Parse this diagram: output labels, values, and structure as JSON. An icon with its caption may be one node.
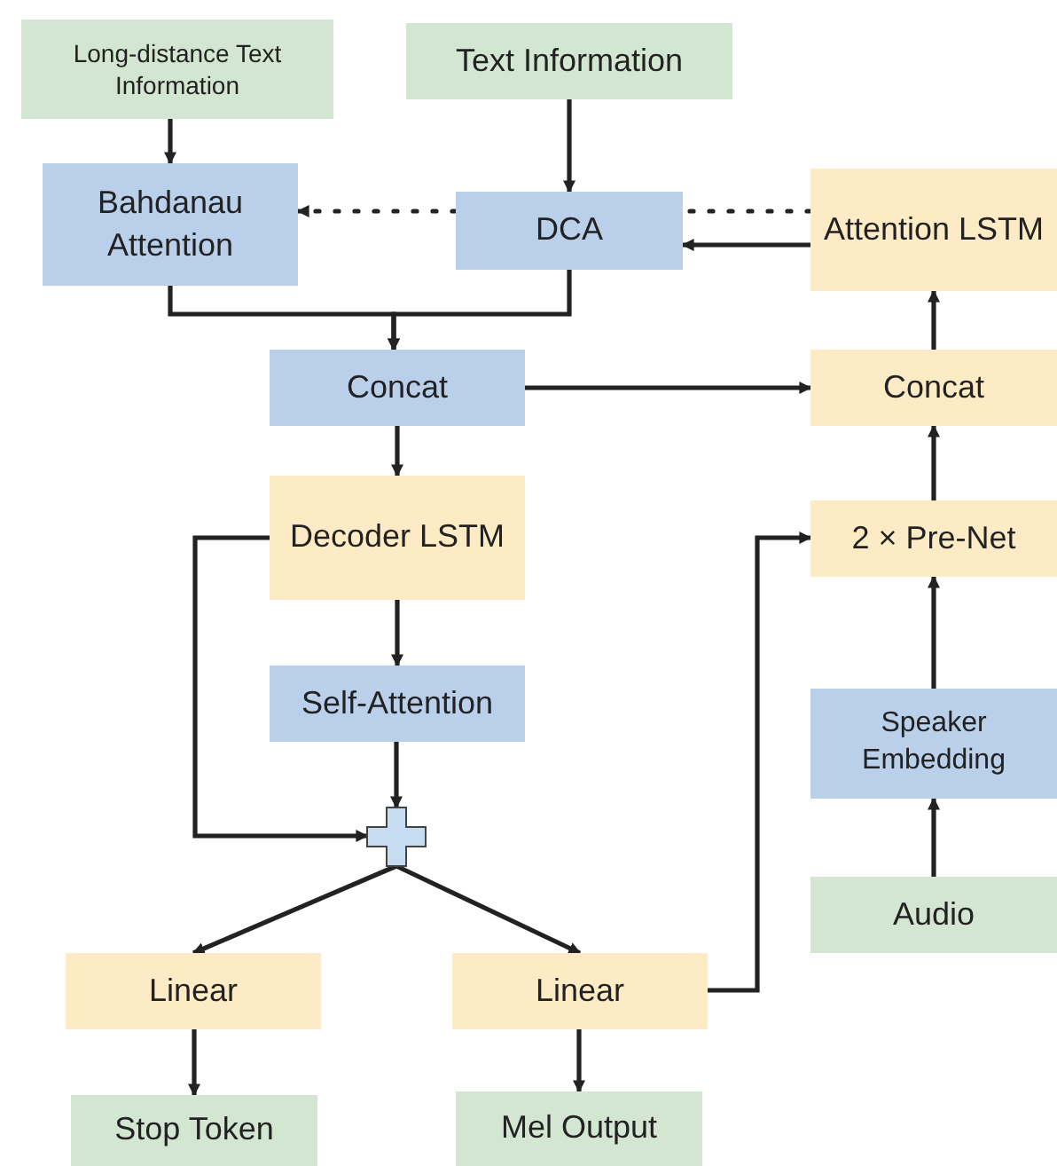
{
  "diagram": {
    "nodes": [
      {
        "text": [
          "Long-distance Text Information"
        ]
      },
      {
        "text": [
          "Text Information"
        ]
      },
      {
        "text": [
          "Bahdanau Attention"
        ]
      },
      {
        "text": [
          "DCA"
        ]
      },
      {
        "text": [
          "Attention LSTM"
        ]
      },
      {
        "text": [
          "Concat"
        ]
      },
      {
        "text": [
          "Concat"
        ]
      },
      {
        "text": [
          "Decoder LSTM"
        ]
      },
      {
        "text": [
          "2 × Pre-Net"
        ]
      },
      {
        "text": [
          "Self-Attention"
        ]
      },
      {
        "text": [
          "Speaker Embedding"
        ]
      },
      {
        "text": [],
        "shape": "plus"
      },
      {
        "text": [
          "Audio"
        ]
      },
      {
        "text": [
          "Linear"
        ]
      },
      {
        "text": [
          "Linear"
        ]
      },
      {
        "text": [
          "Stop Token"
        ]
      },
      {
        "text": [
          "Mel Output"
        ]
      }
    ],
    "edges": [
      {
        "from": 0,
        "to": 2,
        "arrow": "to"
      },
      {
        "from": 1,
        "to": 3,
        "arrow": "to"
      },
      {
        "from": 3,
        "to": 2,
        "arrow": "to",
        "style": "dashed"
      },
      {
        "from": 4,
        "to": 3,
        "arrow": "none",
        "style": "dashed"
      },
      {
        "from": 4,
        "to": 3,
        "arrow": "to"
      },
      {
        "from": 2,
        "to": 5,
        "arrow": "to"
      },
      {
        "from": 3,
        "to": 5,
        "arrow": "to"
      },
      {
        "from": 5,
        "to": 6,
        "arrow": "to"
      },
      {
        "from": 6,
        "to": 4,
        "arrow": "to"
      },
      {
        "from": 5,
        "to": 7,
        "arrow": "to"
      },
      {
        "from": 7,
        "to": 9,
        "arrow": "to"
      },
      {
        "from": 7,
        "to": 11,
        "arrow": "to"
      },
      {
        "from": 9,
        "to": 11,
        "arrow": "to"
      },
      {
        "from": 11,
        "to": 13,
        "arrow": "to"
      },
      {
        "from": 11,
        "to": 14,
        "arrow": "to"
      },
      {
        "from": 13,
        "to": 15,
        "arrow": "to"
      },
      {
        "from": 14,
        "to": 16,
        "arrow": "to"
      },
      {
        "from": 14,
        "to": 8,
        "arrow": "to"
      },
      {
        "from": 12,
        "to": 10,
        "arrow": "to"
      },
      {
        "from": 10,
        "to": 8,
        "arrow": "to"
      },
      {
        "from": 8,
        "to": 6,
        "arrow": "to"
      }
    ]
  }
}
